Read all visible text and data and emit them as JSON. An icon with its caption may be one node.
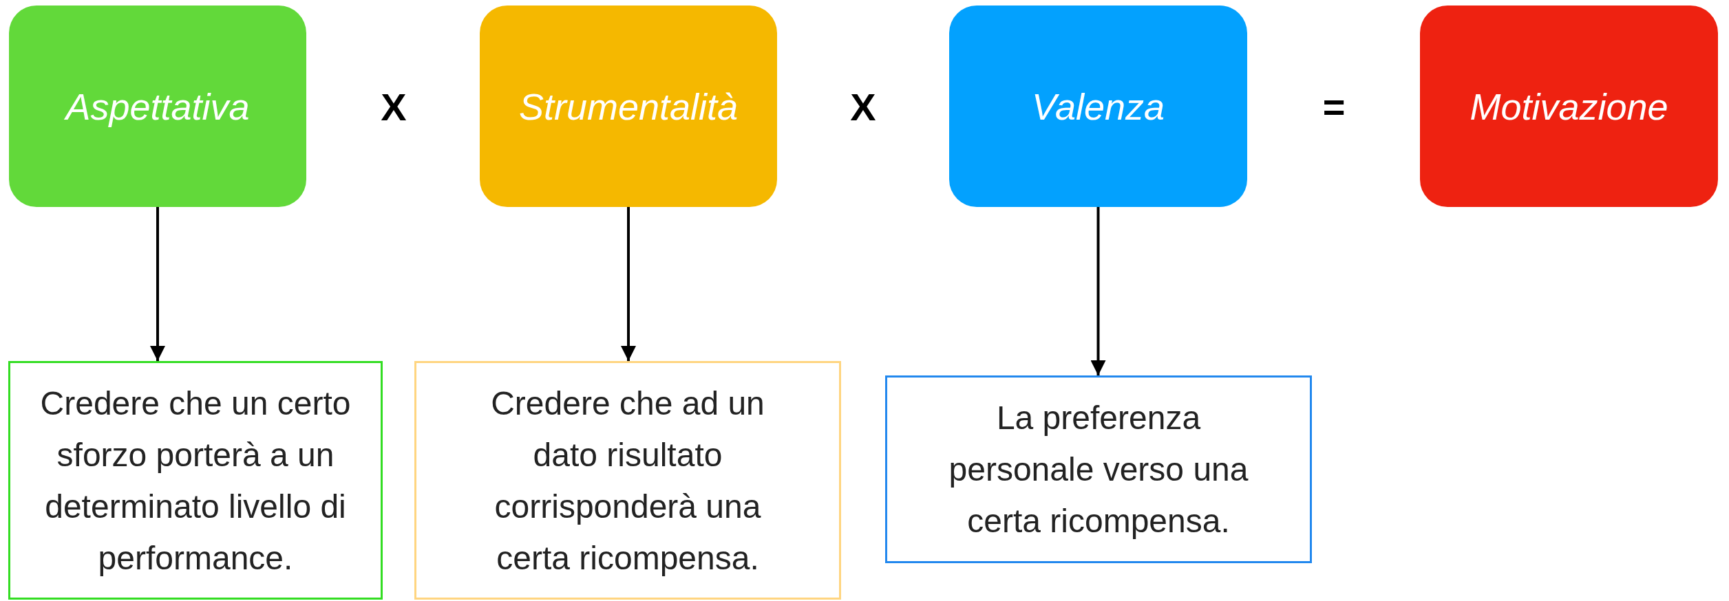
{
  "diagram": {
    "nodes": [
      {
        "text": [
          "Aspettativa"
        ]
      },
      {
        "text": [
          "Strumentalità"
        ]
      },
      {
        "text": [
          "Valenza"
        ]
      },
      {
        "text": [
          "Motivazione"
        ]
      },
      {
        "text": [
          "Credere che un certo sforzo porterà a un determinato livello di performance."
        ]
      },
      {
        "text": [
          "Credere che ad un dato risultato corrisponderà una certa ricompensa."
        ]
      },
      {
        "text": [
          "La preferenza personale verso una certa ricompensa."
        ]
      }
    ],
    "edges": [
      {
        "from": 0,
        "to": 4,
        "arrow": "to"
      },
      {
        "from": 1,
        "to": 5,
        "arrow": "to"
      },
      {
        "from": 2,
        "to": 6,
        "arrow": "to"
      }
    ],
    "labels": [
      "X",
      "X",
      "="
    ]
  }
}
